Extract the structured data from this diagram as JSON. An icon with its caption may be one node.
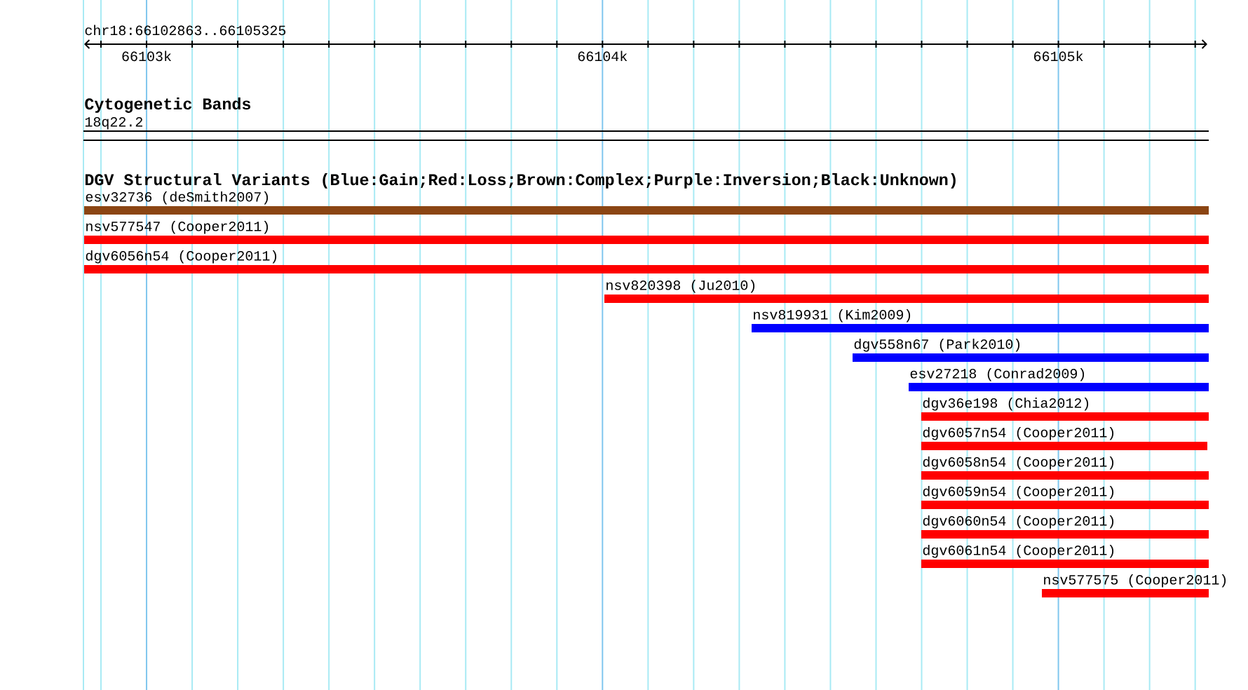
{
  "diagram": {
    "nodes": [
      {
        "text": [
          "18q22.2"
        ]
      },
      {
        "text": [
          "esv32736 (deSmith2007)"
        ]
      },
      {
        "text": [
          "nsv577547 (Cooper2011)"
        ]
      },
      {
        "text": [
          "dgv6056n54 (Cooper2011)"
        ]
      },
      {
        "text": [
          "nsv820398 (Ju2010)"
        ]
      },
      {
        "text": [
          "nsv819931 (Kim2009)"
        ]
      },
      {
        "text": [
          "dgv558n67 (Park2010)"
        ]
      },
      {
        "text": [
          "esv27218 (Conrad2009)"
        ]
      },
      {
        "text": [
          "dgv36e198 (Chia2012)"
        ]
      },
      {
        "text": [
          "dgv6057n54 (Cooper2011)"
        ]
      },
      {
        "text": [
          "dgv6058n54 (Cooper2011)"
        ]
      },
      {
        "text": [
          "dgv6059n54 (Cooper2011)"
        ]
      },
      {
        "text": [
          "dgv6060n54 (Cooper2011)"
        ]
      },
      {
        "text": [
          "dgv6061n54 (Cooper2011)"
        ]
      },
      {
        "text": [
          "nsv577575 (Cooper2011)"
        ]
      }
    ],
    "labels": [
      "chr18:66102863..66105325",
      "66103k",
      "66104k",
      "66105k",
      "Cytogenetic Bands",
      "DGV Structural Variants (Blue:Gain;Red:Loss;Brown:Complex;Purple:Inversion;Black:Unknown)"
    ]
  }
}
